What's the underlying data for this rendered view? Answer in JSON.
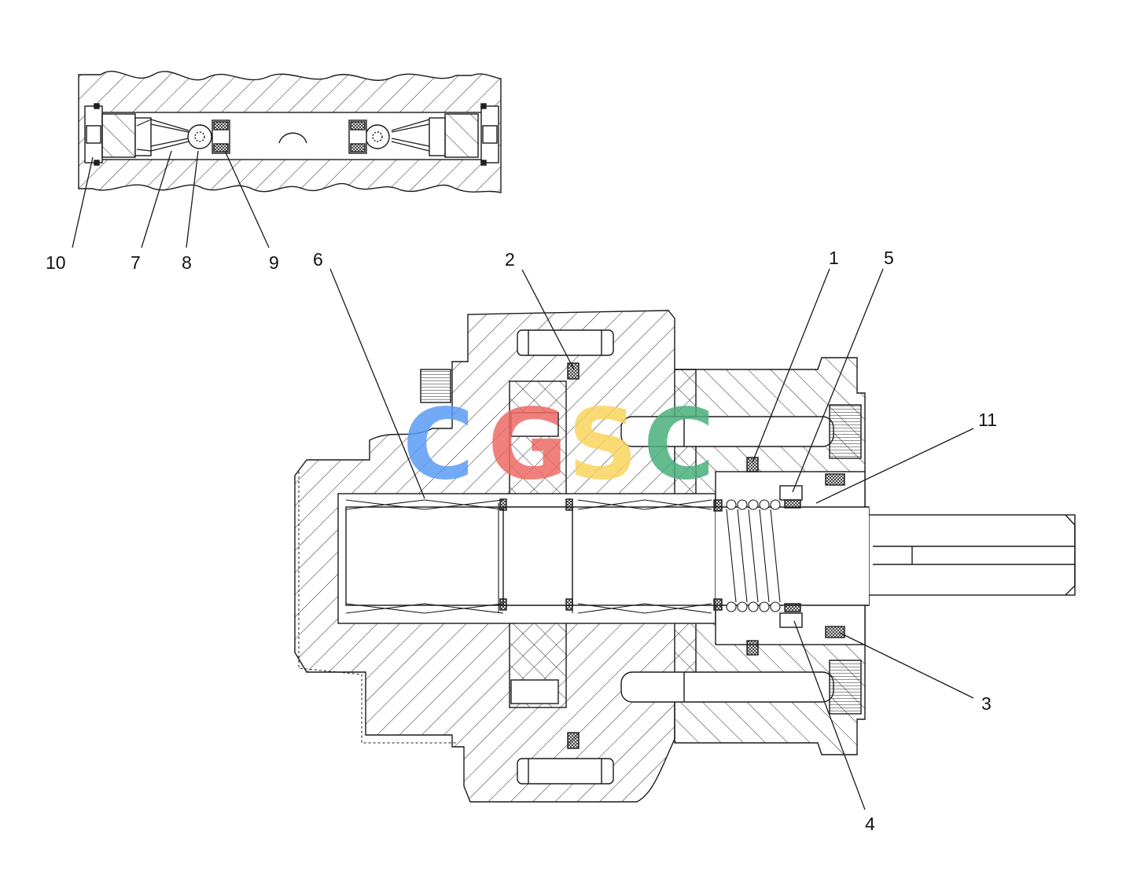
{
  "diagram": {
    "callouts": {
      "c10": "10",
      "c7": "7",
      "c8": "8",
      "c9": "9",
      "c6": "6",
      "c2": "2",
      "c1": "1",
      "c5": "5",
      "c11": "11",
      "c3": "3",
      "c4": "4"
    },
    "watermark": {
      "letters": [
        "C",
        "G",
        "S",
        "C"
      ],
      "colors": [
        "#5b9cf5",
        "#ee6a64",
        "#f8d45c",
        "#4bb07d"
      ]
    },
    "colors": {
      "line": "#1a1a1a",
      "hatch": "#3a3a3a",
      "background": "#ffffff"
    }
  }
}
